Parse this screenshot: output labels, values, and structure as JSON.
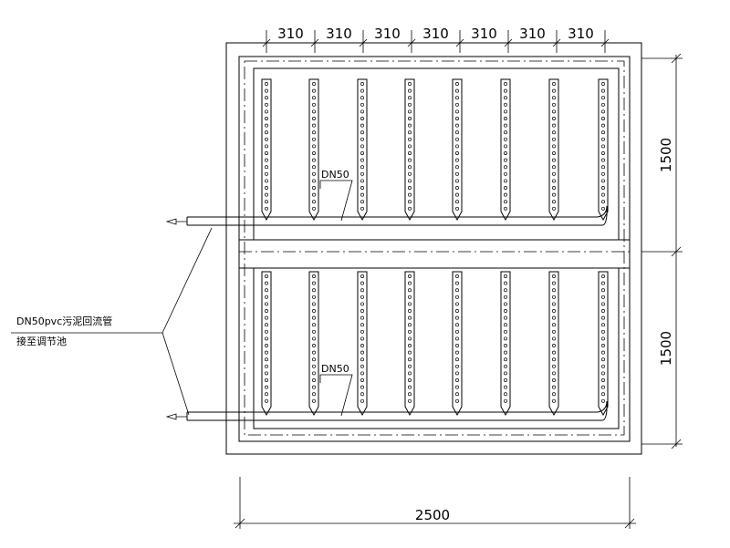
{
  "dimensions": {
    "top_segments": [
      "310",
      "310",
      "310",
      "310",
      "310",
      "310",
      "310"
    ],
    "right_upper": "1500",
    "right_lower": "1500",
    "bottom": "2500"
  },
  "labels": {
    "pipe_upper": "DN50",
    "pipe_lower": "DN50"
  },
  "note": {
    "line1": "DN50pvc污泥回流管",
    "line2": "接至调节池"
  }
}
